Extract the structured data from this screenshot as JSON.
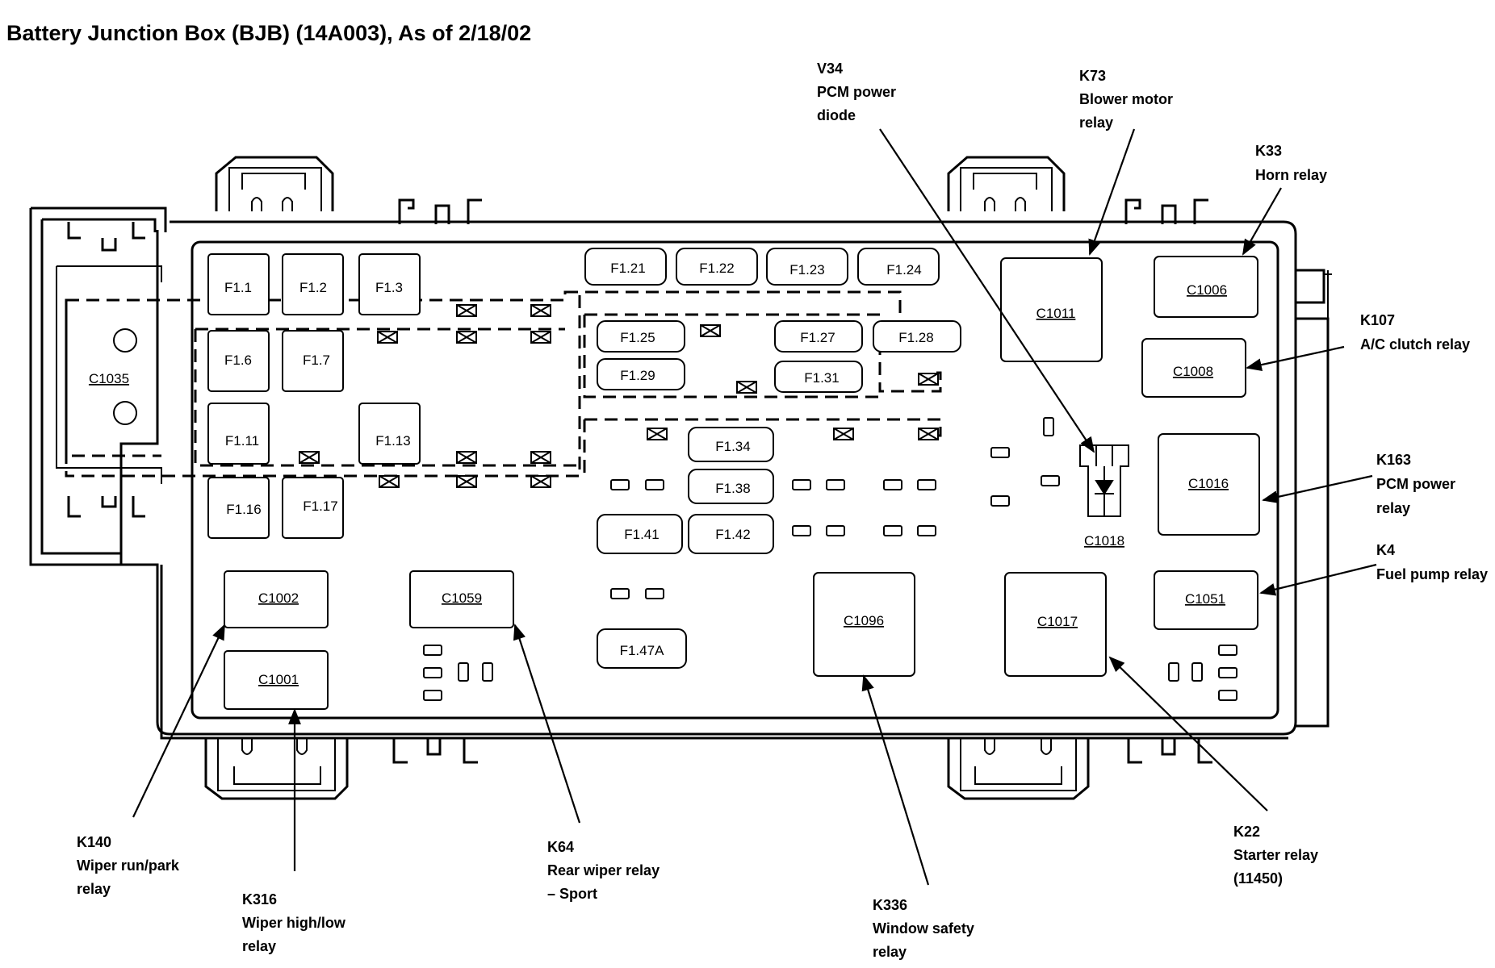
{
  "title": "Battery Junction Box (BJB) (14A003), As of 2/18/02",
  "connectors": {
    "c1035": "C1035",
    "c1011": "C1011",
    "c1006": "C1006",
    "c1008": "C1008",
    "c1016": "C1016",
    "c1018": "C1018",
    "c1051": "C1051",
    "c1002": "C1002",
    "c1001": "C1001",
    "c1059": "C1059",
    "c1096": "C1096",
    "c1017": "C1017"
  },
  "fuses": {
    "f1_1": "F1.1",
    "f1_2": "F1.2",
    "f1_3": "F1.3",
    "f1_6": "F1.6",
    "f1_7": "F1.7",
    "f1_11": "F1.11",
    "f1_13": "F1.13",
    "f1_16": "F1.16",
    "f1_17": "F1.17",
    "f1_21": "F1.21",
    "f1_22": "F1.22",
    "f1_23": "F1.23",
    "f1_24": "F1.24",
    "f1_25": "F1.25",
    "f1_27": "F1.27",
    "f1_28": "F1.28",
    "f1_29": "F1.29",
    "f1_31": "F1.31",
    "f1_34": "F1.34",
    "f1_38": "F1.38",
    "f1_41": "F1.41",
    "f1_42": "F1.42",
    "f1_47a": "F1.47A"
  },
  "callouts": {
    "v34": [
      "V34",
      "PCM power",
      "diode"
    ],
    "k73": [
      "K73",
      "Blower motor",
      "relay"
    ],
    "k33": [
      "K33",
      "Horn relay"
    ],
    "k107": [
      "K107",
      "A/C clutch relay"
    ],
    "k163": [
      "K163",
      "PCM power",
      "relay"
    ],
    "k4": [
      "K4",
      "Fuel pump relay"
    ],
    "k22": [
      "K22",
      "Starter relay",
      "(11450)"
    ],
    "k336": [
      "K336",
      "Window safety",
      "relay"
    ],
    "k64": [
      "K64",
      "Rear wiper relay",
      "– Sport"
    ],
    "k316": [
      "K316",
      "Wiper high/low",
      "relay"
    ],
    "k140": [
      "K140",
      "Wiper run/park",
      "relay"
    ]
  }
}
